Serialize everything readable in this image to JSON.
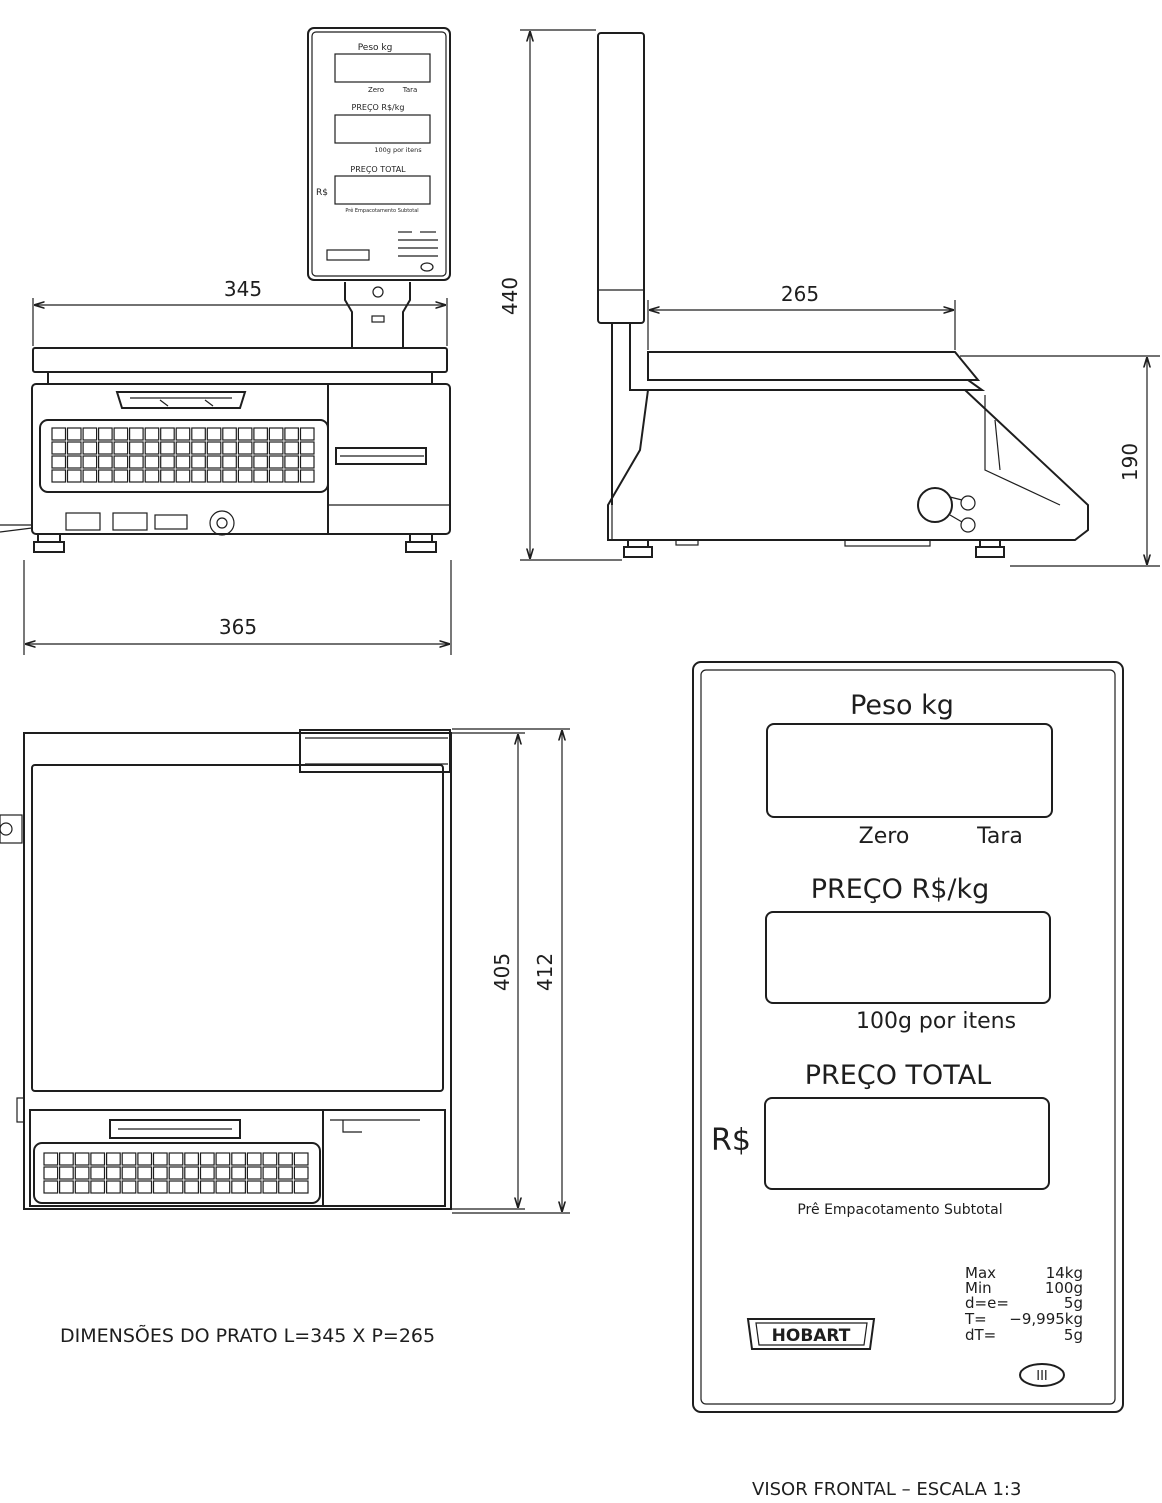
{
  "dimensions": {
    "width_platter_front": "345",
    "width_base_front": "365",
    "total_height": "440",
    "depth_platter_side": "265",
    "base_height": "190",
    "depth_top_inner": "405",
    "depth_top_outer": "412"
  },
  "display_panel": {
    "weight_label": "Peso kg",
    "zero_label": "Zero",
    "tare_label": "Tara",
    "price_label": "PREÇO R$/kg",
    "per_100g_label": "100g por itens",
    "total_label": "PREÇO TOTAL",
    "currency_label": "R$",
    "prepack_label": "Prê Empacotamento Subtotal",
    "brand": "HOBART",
    "class_mark": "III",
    "specs": [
      {
        "key": "Max",
        "value": "14kg"
      },
      {
        "key": "Min",
        "value": "100g"
      },
      {
        "key": "d=e=",
        "value": "5g"
      },
      {
        "key": "T=",
        "value": "−9,995kg"
      },
      {
        "key": "dT=",
        "value": "5g"
      }
    ]
  },
  "small_panel": {
    "weight_label": "Peso kg",
    "zero_label": "Zero",
    "tare_label": "Tara",
    "price_label": "PREÇO R$/kg",
    "per_100g_label": "100g por itens",
    "total_label": "PREÇO TOTAL",
    "currency_label": "R$",
    "prepack_label": "Prê Empacotamento Subtotal"
  },
  "notes": {
    "plate_dimensions": "DIMENSÕES DO PRATO L=345 X P=265",
    "front_view_scale": "VISOR FRONTAL – ESCALA 1:3"
  }
}
